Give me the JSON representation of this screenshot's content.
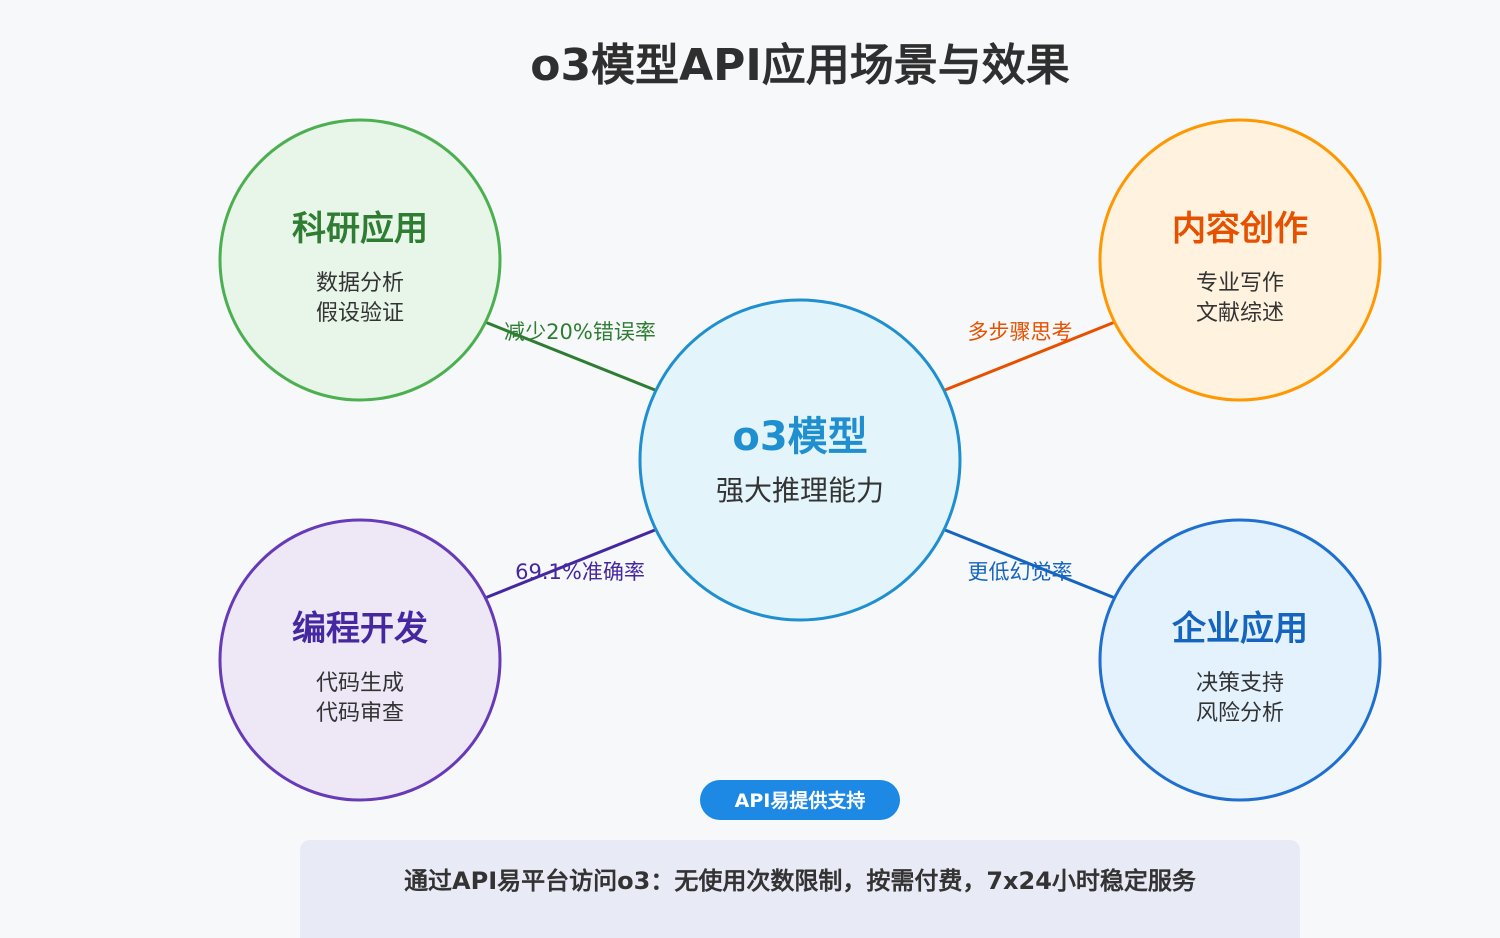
{
  "title": "o3模型API应用场景与效果",
  "center": {
    "title": "o3模型",
    "subtitle": "强大推理能力",
    "stroke": "#1f8fd0",
    "fill": "#e3f4fb",
    "title_color": "#1f8fd0"
  },
  "nodes": [
    {
      "id": "research",
      "title": "科研应用",
      "lines": [
        "数据分析",
        "假设验证"
      ],
      "stroke": "#4caf50",
      "fill": "#e8f5e9",
      "title_color": "#2e7d32",
      "edge_label": "减少20%错误率",
      "edge_color": "#2e7d32"
    },
    {
      "id": "content",
      "title": "内容创作",
      "lines": [
        "专业写作",
        "文献综述"
      ],
      "stroke": "#ff9800",
      "fill": "#fff3e0",
      "title_color": "#e65100",
      "edge_label": "多步骤思考",
      "edge_color": "#e65100"
    },
    {
      "id": "coding",
      "title": "编程开发",
      "lines": [
        "代码生成",
        "代码审查"
      ],
      "stroke": "#673ab7",
      "fill": "#ede7f6",
      "title_color": "#4527a0",
      "edge_label": "69.1%准确率",
      "edge_color": "#4527a0"
    },
    {
      "id": "enterprise",
      "title": "企业应用",
      "lines": [
        "决策支持",
        "风险分析"
      ],
      "stroke": "#1e6fd0",
      "fill": "#e3f2fd",
      "title_color": "#1565c0",
      "edge_label": "更低幻觉率",
      "edge_color": "#1565c0"
    }
  ],
  "badge": {
    "label": "API易提供支持",
    "color": "#1e88e5"
  },
  "footer": {
    "text": "通过API易平台访问o3：无使用次数限制，按需付费，7x24小时稳定服务",
    "background": "#e8eaf6"
  }
}
